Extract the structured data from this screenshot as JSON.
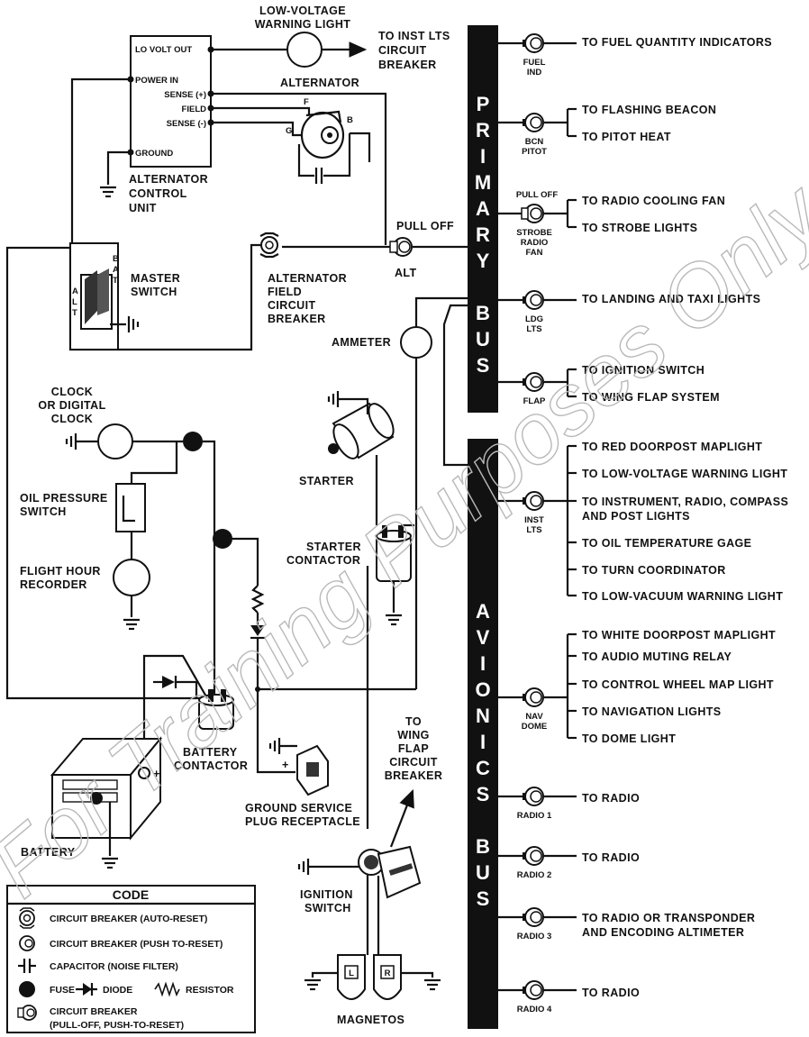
{
  "watermark": "For Training Purposes Only",
  "primary_bus": {
    "chars": [
      "P",
      "R",
      "I",
      "M",
      "A",
      "R",
      "Y",
      "",
      "B",
      "U",
      "S"
    ]
  },
  "avionics_bus": {
    "chars": [
      "A",
      "V",
      "I",
      "O",
      "N",
      "I",
      "C",
      "S",
      "",
      "B",
      "U",
      "S"
    ]
  },
  "primary_breakers": [
    {
      "name": "FUEL IND",
      "lines": [
        "FUEL",
        "IND"
      ],
      "outputs": [
        "TO FUEL QUANTITY INDICATORS"
      ]
    },
    {
      "name": "BCN PITOT",
      "lines": [
        "BCN",
        "PITOT"
      ],
      "outputs": [
        "TO FLASHING BEACON",
        "TO PITOT HEAT"
      ]
    },
    {
      "name": "STROBE RADIO FAN",
      "pull_label": "PULL OFF",
      "lines": [
        "STROBE",
        "RADIO",
        "FAN"
      ],
      "outputs": [
        "TO RADIO COOLING FAN",
        "TO STROBE LIGHTS"
      ]
    },
    {
      "name": "LDG LTS",
      "lines": [
        "LDG",
        "LTS"
      ],
      "outputs": [
        "TO LANDING AND TAXI LIGHTS"
      ]
    },
    {
      "name": "FLAP",
      "lines": [
        "FLAP"
      ],
      "outputs": [
        "TO IGNITION SWITCH",
        "TO WING FLAP SYSTEM"
      ]
    },
    {
      "name": "INST LTS",
      "lines": [
        "INST",
        "LTS"
      ],
      "outputs": [
        "TO RED DOORPOST MAPLIGHT",
        "TO LOW-VOLTAGE WARNING LIGHT",
        "TO INSTRUMENT, RADIO, COMPASS",
        "AND POST LIGHTS",
        "TO OIL TEMPERATURE GAGE",
        "TO TURN COORDINATOR",
        "TO LOW-VACUUM WARNING LIGHT"
      ]
    }
  ],
  "avionics_breakers": [
    {
      "name": "NAV DOME",
      "lines": [
        "NAV",
        "DOME"
      ],
      "outputs": [
        "TO WHITE DOORPOST MAPLIGHT",
        "TO AUDIO MUTING RELAY",
        "TO CONTROL WHEEL MAP LIGHT",
        "TO NAVIGATION LIGHTS",
        "TO DOME LIGHT"
      ]
    },
    {
      "name": "RADIO 1",
      "lines": [
        "RADIO 1"
      ],
      "outputs": [
        "TO RADIO"
      ]
    },
    {
      "name": "RADIO 2",
      "lines": [
        "RADIO 2"
      ],
      "outputs": [
        "TO RADIO"
      ]
    },
    {
      "name": "RADIO 3",
      "lines": [
        "RADIO 3"
      ],
      "outputs": [
        "TO RADIO OR TRANSPONDER",
        "AND ENCODING ALTIMETER"
      ]
    },
    {
      "name": "RADIO 4",
      "lines": [
        "RADIO 4"
      ],
      "outputs": [
        "TO RADIO"
      ]
    }
  ],
  "acu": {
    "terminals": [
      "LO VOLT OUT",
      "POWER IN",
      "SENSE (+)",
      "FIELD",
      "SENSE (-)",
      "GROUND"
    ],
    "label": [
      "ALTERNATOR",
      "CONTROL",
      "UNIT"
    ]
  },
  "low_voltage_light": {
    "label": [
      "LOW-VOLTAGE",
      "WARNING LIGHT"
    ],
    "dest": [
      "TO INST LTS",
      "CIRCUIT",
      "BREAKER"
    ]
  },
  "alternator": {
    "label": "ALTERNATOR",
    "terms": [
      "F",
      "G",
      "B"
    ]
  },
  "alt_breaker": {
    "pull": "PULL OFF",
    "name": "ALT"
  },
  "master_switch": {
    "label": [
      "MASTER",
      "SWITCH"
    ],
    "bat": [
      "B",
      "A",
      "T"
    ],
    "alt": [
      "A",
      "L",
      "T"
    ]
  },
  "field_breaker": {
    "label": [
      "ALTERNATOR",
      "FIELD",
      "CIRCUIT",
      "BREAKER"
    ]
  },
  "ammeter": "AMMETER",
  "clock": [
    "CLOCK",
    "OR DIGITAL",
    "CLOCK"
  ],
  "oil_switch": [
    "OIL PRESSURE",
    "SWITCH"
  ],
  "hour_recorder": [
    "FLIGHT HOUR",
    "RECORDER"
  ],
  "starter": "STARTER",
  "starter_contactor": [
    "STARTER",
    "CONTACTOR"
  ],
  "battery_contactor": [
    "BATTERY",
    "CONTACTOR"
  ],
  "battery": "BATTERY",
  "gsp": [
    "GROUND SERVICE",
    "PLUG RECEPTACLE"
  ],
  "wing_flap": [
    "TO",
    "WING",
    "FLAP",
    "CIRCUIT",
    "BREAKER"
  ],
  "ignition": [
    "IGNITION",
    "SWITCH"
  ],
  "magnetos": {
    "label": "MAGNETOS",
    "left": "L",
    "right": "R"
  },
  "polarity": {
    "plus": "+",
    "minus": "-"
  },
  "code": {
    "title": "CODE",
    "items": [
      "CIRCUIT BREAKER (AUTO-RESET)",
      "CIRCUIT BREAKER (PUSH TO-RESET)",
      "CAPACITOR (NOISE FILTER)",
      "FUSE",
      "DIODE",
      "RESISTOR",
      "CIRCUIT BREAKER",
      "(PULL-OFF, PUSH-TO-RESET)"
    ]
  }
}
